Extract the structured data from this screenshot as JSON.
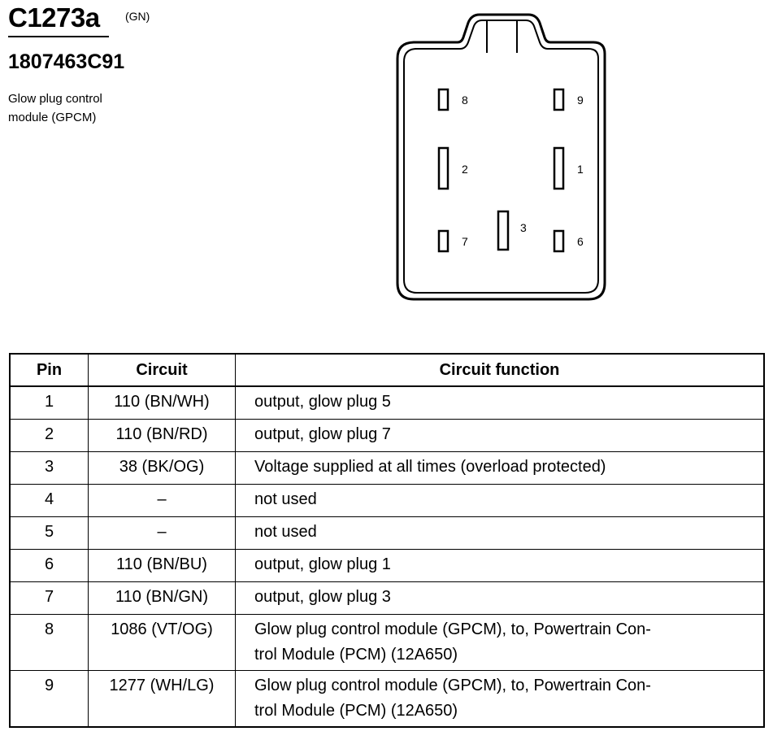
{
  "connector": {
    "id": "C1273a",
    "color_code": "(GN)",
    "part_number": "1807463C91",
    "description": "Glow plug control\nmodule (GPCM)",
    "pin_labels": [
      "8",
      "9",
      "2",
      "1",
      "7",
      "3",
      "6"
    ]
  },
  "table": {
    "headers": {
      "pin": "Pin",
      "circuit": "Circuit",
      "function": "Circuit function"
    },
    "rows": [
      {
        "pin": "1",
        "circuit": "110 (BN/WH)",
        "function": "output, glow plug 5"
      },
      {
        "pin": "2",
        "circuit": "110 (BN/RD)",
        "function": "output, glow plug 7"
      },
      {
        "pin": "3",
        "circuit": "38 (BK/OG)",
        "function": "Voltage supplied at all times (overload protected)"
      },
      {
        "pin": "4",
        "circuit": "–",
        "function": "not used"
      },
      {
        "pin": "5",
        "circuit": "–",
        "function": "not used"
      },
      {
        "pin": "6",
        "circuit": "110 (BN/BU)",
        "function": "output, glow plug 1"
      },
      {
        "pin": "7",
        "circuit": "110 (BN/GN)",
        "function": "output, glow plug 3"
      },
      {
        "pin": "8",
        "circuit": "1086 (VT/OG)",
        "function": "Glow plug control module (GPCM), to, Powertrain Con-\ntrol Module (PCM) (12A650)"
      },
      {
        "pin": "9",
        "circuit": "1277 (WH/LG)",
        "function": "Glow plug control module (GPCM), to, Powertrain Con-\ntrol Module (PCM) (12A650)"
      }
    ]
  }
}
